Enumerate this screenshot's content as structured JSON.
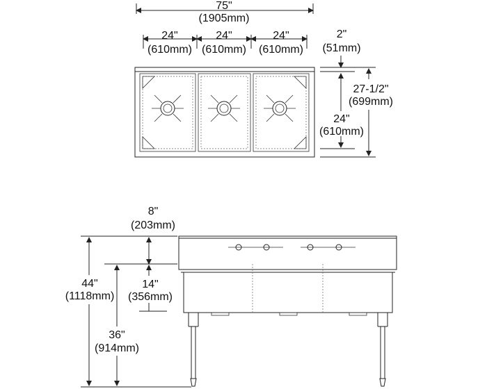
{
  "top_view": {
    "overall_width": {
      "imperial": "75\"",
      "metric": "(1905mm)"
    },
    "bowls": [
      {
        "imperial": "24\"",
        "metric": "(610mm)"
      },
      {
        "imperial": "24\"",
        "metric": "(610mm)"
      },
      {
        "imperial": "24\"",
        "metric": "(610mm)"
      }
    ],
    "backsplash_depth": {
      "imperial": "2\"",
      "metric": "(51mm)"
    },
    "overall_depth": {
      "imperial": "27-1/2\"",
      "metric": "(699mm)"
    },
    "bowl_depth": {
      "imperial": "24\"",
      "metric": "(610mm)"
    }
  },
  "front_view": {
    "splash_height": {
      "imperial": "8\"",
      "metric": "(203mm)"
    },
    "bowl_height": {
      "imperial": "14\"",
      "metric": "(356mm)"
    },
    "overall_height": {
      "imperial": "44\"",
      "metric": "(1118mm)"
    },
    "rim_height": {
      "imperial": "36\"",
      "metric": "(914mm)"
    }
  }
}
